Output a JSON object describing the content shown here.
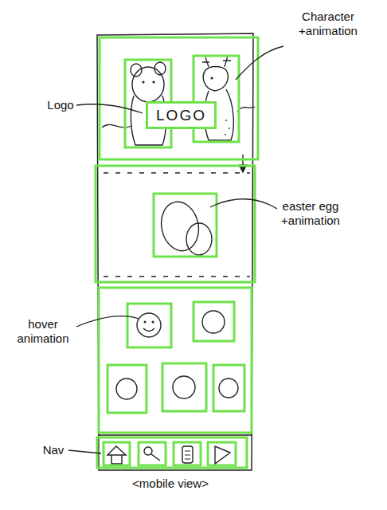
{
  "diagram": {
    "caption": "<mobile view>",
    "nodes": [
      {
        "text": [
          "LOGO"
        ]
      }
    ],
    "labels": [
      "Character +animation",
      "Logo",
      "easter egg +animation",
      "hover animation",
      "Nav"
    ]
  }
}
